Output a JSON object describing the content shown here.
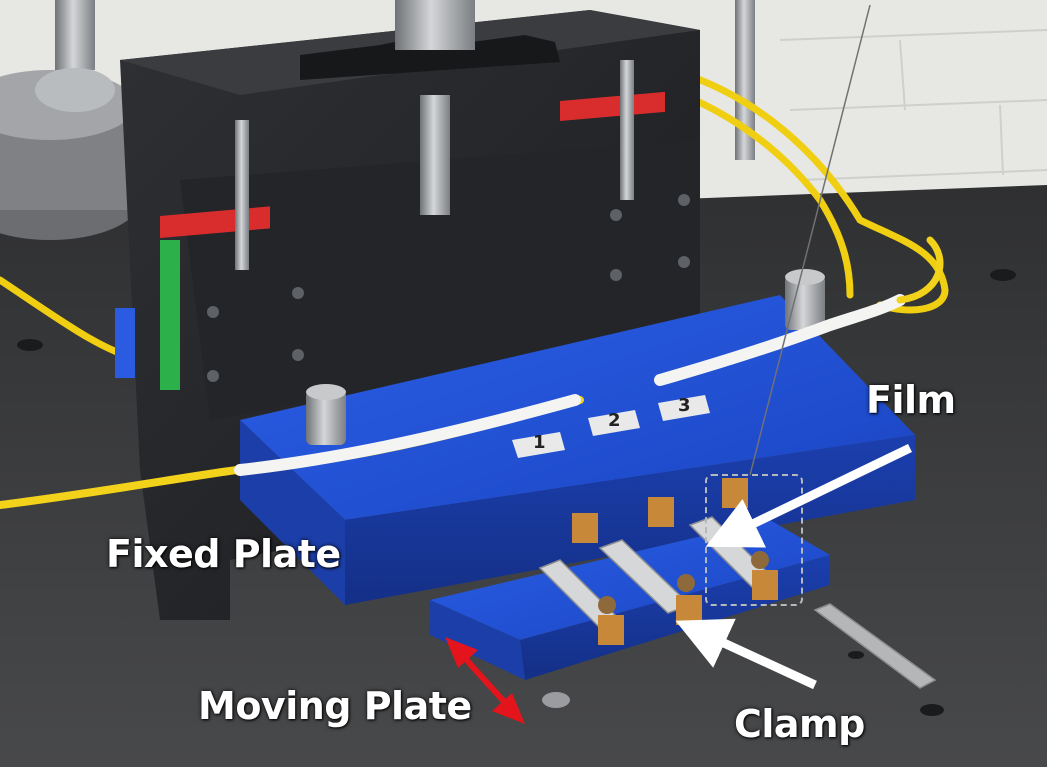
{
  "labels": {
    "film": "Film",
    "fixed_plate": "Fixed Plate",
    "moving_plate": "Moving Plate",
    "clamp": "Clamp"
  },
  "stickers": [
    "1",
    "2",
    "3"
  ],
  "colors": {
    "plate_blue": "#1f4fd6",
    "frame_black": "#26282b",
    "cable_yellow": "#f2d21a",
    "copper_clamp": "#c9893a",
    "arrow_red": "#e3141b",
    "arrow_white": "#ffffff",
    "floor": "#3d3e40",
    "wall": "#e9eae6"
  }
}
